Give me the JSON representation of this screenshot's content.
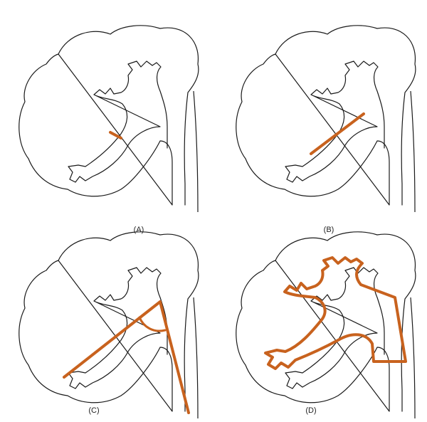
{
  "panels": [
    {
      "id": "A",
      "label": "(A)"
    },
    {
      "id": "B",
      "label": "(B)"
    },
    {
      "id": "C",
      "label": "(C)"
    },
    {
      "id": "D",
      "label": "(D)"
    }
  ],
  "colors": {
    "outline": "#1a1a1a",
    "highlight": "#c8621e",
    "background": "#ffffff"
  }
}
